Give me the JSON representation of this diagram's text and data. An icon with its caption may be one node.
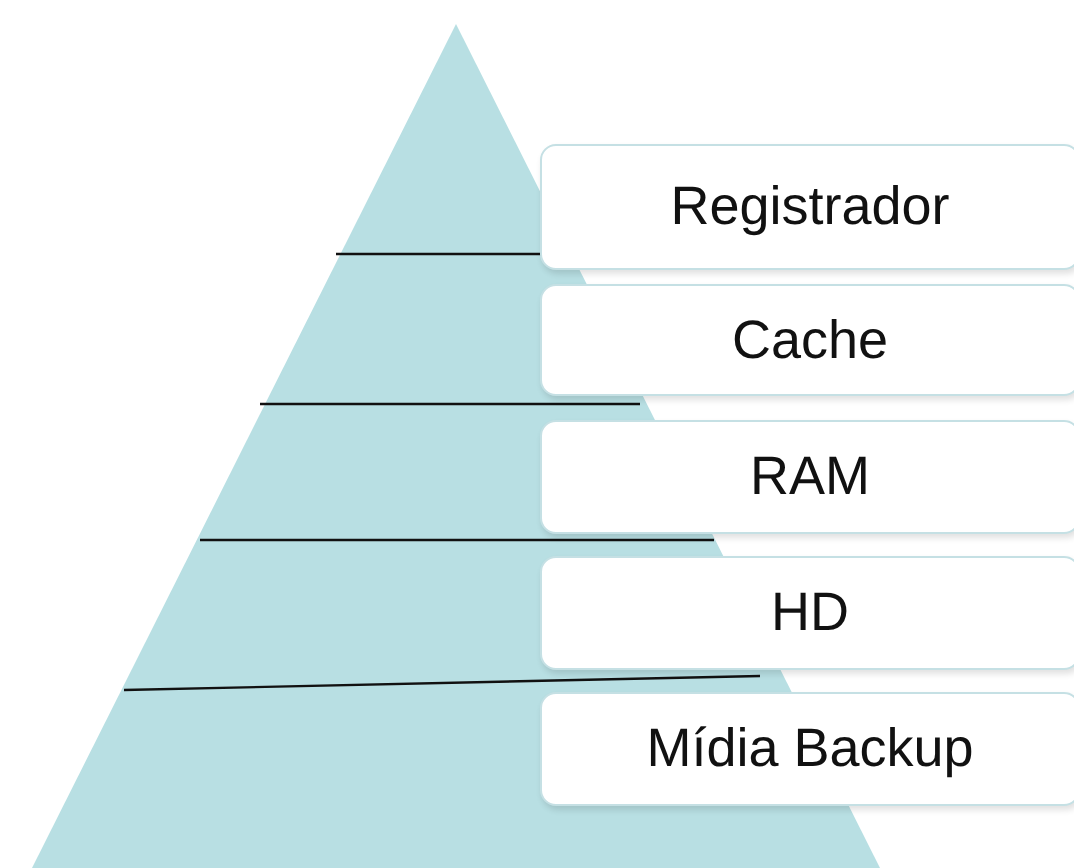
{
  "diagram": {
    "nodes": [
      {
        "text": [
          "Registrador"
        ]
      },
      {
        "text": [
          "Cache"
        ]
      },
      {
        "text": [
          "RAM"
        ]
      },
      {
        "text": [
          "HD"
        ]
      },
      {
        "text": [
          "Mídia Backup"
        ]
      }
    ]
  }
}
